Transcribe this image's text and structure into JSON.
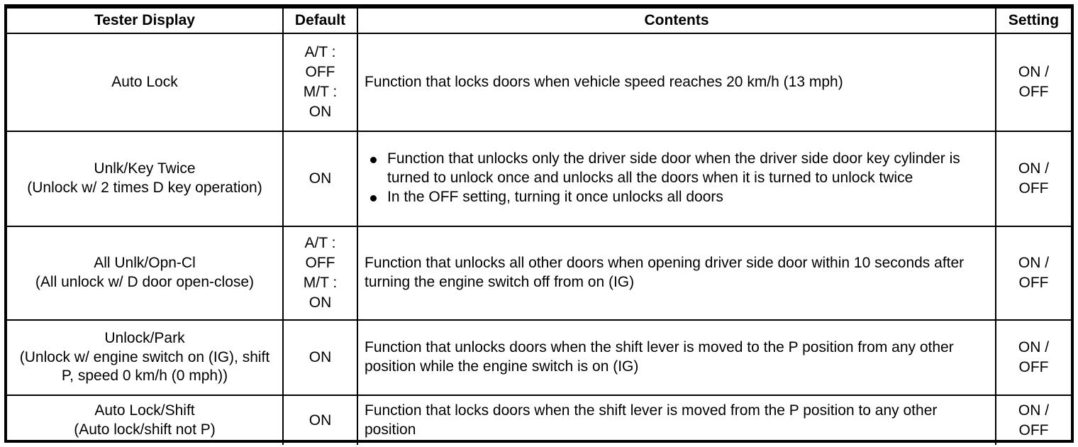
{
  "table": {
    "headers": {
      "display": "Tester Display",
      "default": "Default",
      "contents": "Contents",
      "setting": "Setting"
    },
    "rows": [
      {
        "display_main": "Auto Lock",
        "display_sub": "",
        "default": "A/T :\nOFF\nM/T :\nON",
        "contents_type": "paragraph",
        "contents_text": "Function that locks doors when vehicle speed reaches 20 km/h (13 mph)",
        "contents_bullets": [],
        "setting": "ON /\nOFF"
      },
      {
        "display_main": "Unlk/Key Twice",
        "display_sub": "(Unlock w/ 2 times D key operation)",
        "default": "ON",
        "contents_type": "bullets",
        "contents_text": "",
        "contents_bullets": [
          "Function that unlocks only the driver side door when the driver side door key cylinder is turned to unlock once and unlocks all the doors when it is turned to unlock twice",
          "In the OFF setting, turning it once unlocks all doors"
        ],
        "setting": "ON /\nOFF"
      },
      {
        "display_main": "All Unlk/Opn-Cl",
        "display_sub": "(All unlock w/ D door open-close)",
        "default": "A/T :\nOFF\nM/T :\nON",
        "contents_type": "paragraph",
        "contents_text": "Function that unlocks all other doors when opening driver side door within 10 seconds after turning the engine switch off from on (IG)",
        "contents_bullets": [],
        "setting": "ON /\nOFF"
      },
      {
        "display_main": "Unlock/Park",
        "display_sub": "(Unlock w/ engine switch on (IG), shift P, speed 0 km/h (0 mph))",
        "default": "ON",
        "contents_type": "paragraph",
        "contents_text": "Function that unlocks doors when the shift lever is moved to the P position from any other position while the engine switch is on (IG)",
        "contents_bullets": [],
        "setting": "ON /\nOFF"
      },
      {
        "display_main": "Auto Lock/Shift",
        "display_sub": "(Auto lock/shift not P)",
        "default": "ON",
        "contents_type": "paragraph",
        "contents_text": "Function that locks doors when the shift lever is moved from the P position to any other position",
        "contents_bullets": [],
        "setting": "ON /\nOFF"
      }
    ]
  },
  "colors": {
    "border": "#000000",
    "background": "#ffffff",
    "text": "#000000"
  }
}
